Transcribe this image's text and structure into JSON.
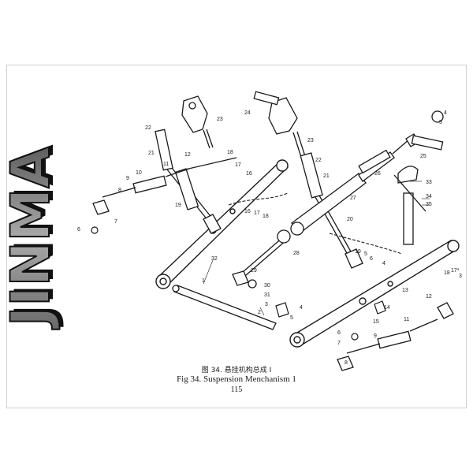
{
  "brand": {
    "logo_text": "JINMA"
  },
  "figure": {
    "caption_zh": "图 34. 悬挂机构总成 I",
    "caption_en": "Fig 34. Suspension Menchanism 1",
    "page_number": "115"
  },
  "part_labels": [
    "1",
    "2",
    "3",
    "4",
    "5",
    "6",
    "7",
    "8",
    "9",
    "10",
    "11",
    "12",
    "13",
    "14",
    "15",
    "16",
    "17",
    "18",
    "19",
    "20",
    "21",
    "22",
    "23",
    "24",
    "25",
    "26",
    "27",
    "28",
    "29",
    "30",
    "31",
    "32",
    "33",
    "34",
    "35",
    "16",
    "17",
    "18",
    "12",
    "11",
    "10",
    "9",
    "8",
    "7",
    "6",
    "5",
    "4",
    "3",
    "17*",
    "18",
    "16",
    "15",
    "14",
    "13",
    "12",
    "11",
    "9",
    "8",
    "7",
    "6",
    "5",
    "4",
    "23",
    "22",
    "21",
    "19",
    "19",
    "20"
  ],
  "colors": {
    "ink": "#1a1a1a",
    "logo_fill": "#8a8a8a",
    "logo_shadow": "#111111",
    "paper": "#ffffff"
  }
}
